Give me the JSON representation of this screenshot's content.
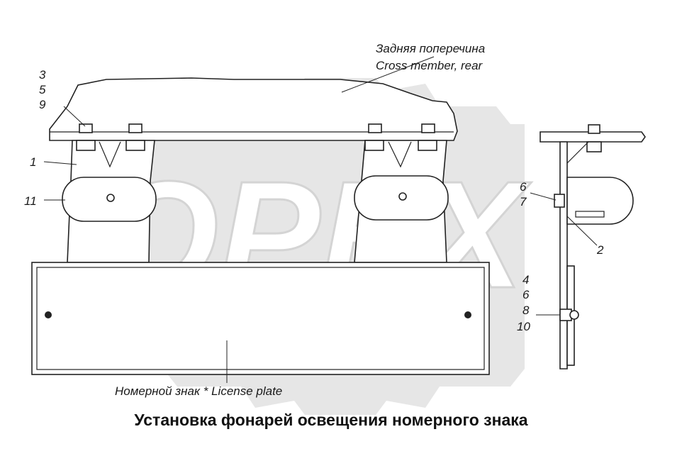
{
  "watermark": {
    "text": "OPEX"
  },
  "captions": {
    "cross_member_ru": "Задняя поперечина",
    "cross_member_en": "Cross member, rear",
    "license_plate": "Номерной знак * License plate"
  },
  "title": "Установка фонарей освещения номерного знака",
  "callouts": {
    "top_left_stack": [
      "3",
      "5",
      "9"
    ],
    "bracket": "1",
    "lamp": "11",
    "side_upper": [
      "6",
      "7"
    ],
    "side_bracket": "2",
    "side_lower": [
      "4",
      "6",
      "8",
      "10"
    ]
  }
}
